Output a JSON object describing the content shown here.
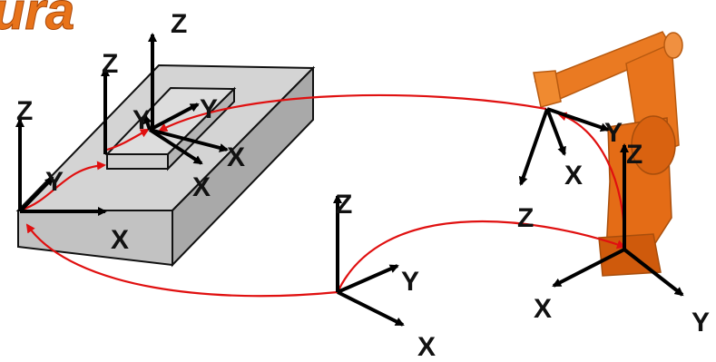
{
  "title_fragment": "ura",
  "colors": {
    "title": "#e8731a",
    "box_fill": "#c9c9c9",
    "box_top": "#d6d6d6",
    "box_side": "#aaaaaa",
    "edge": "#111111",
    "axis": "#000000",
    "relation": "#e01010",
    "robot": "#e8751e"
  },
  "frames": {
    "world": {
      "name": "world-frame",
      "x": "X",
      "y": "Y",
      "z": "Z"
    },
    "base": {
      "name": "robot-base-frame",
      "x": "X",
      "y": "Y",
      "z": "Z"
    },
    "tool": {
      "name": "tool-frame",
      "x": "X",
      "y": "Y",
      "z": "Z"
    },
    "user": {
      "name": "user-frame",
      "x": "X",
      "y": "Y",
      "z": "Z"
    },
    "object": {
      "name": "object-frame",
      "x": "X",
      "y": "Y",
      "z": "Z"
    },
    "work": {
      "name": "work-frame",
      "x": "X",
      "y": "Y",
      "z": "Z"
    }
  }
}
